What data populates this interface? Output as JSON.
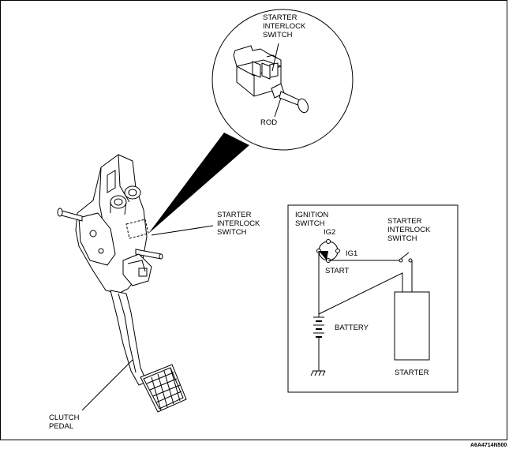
{
  "detail_labels": {
    "starter_interlock_switch": [
      "STARTER",
      "INTERLOCK",
      "SWITCH"
    ],
    "rod": "ROD"
  },
  "pedal_labels": {
    "starter_interlock_switch": [
      "STARTER",
      "INTERLOCK",
      "SWITCH"
    ],
    "clutch_pedal": [
      "CLUTCH",
      "PEDAL"
    ]
  },
  "circuit_labels": {
    "ignition_switch": [
      "IGNITION",
      "SWITCH"
    ],
    "ig2": "IG2",
    "ig1": "IG1",
    "start": "START",
    "starter_interlock_switch": [
      "STARTER",
      "INTERLOCK",
      "SWITCH"
    ],
    "battery": "BATTERY",
    "starter": "STARTER"
  },
  "figure_code": "A6A4714N500",
  "colors": {
    "line": "#000000",
    "background": "#ffffff"
  }
}
